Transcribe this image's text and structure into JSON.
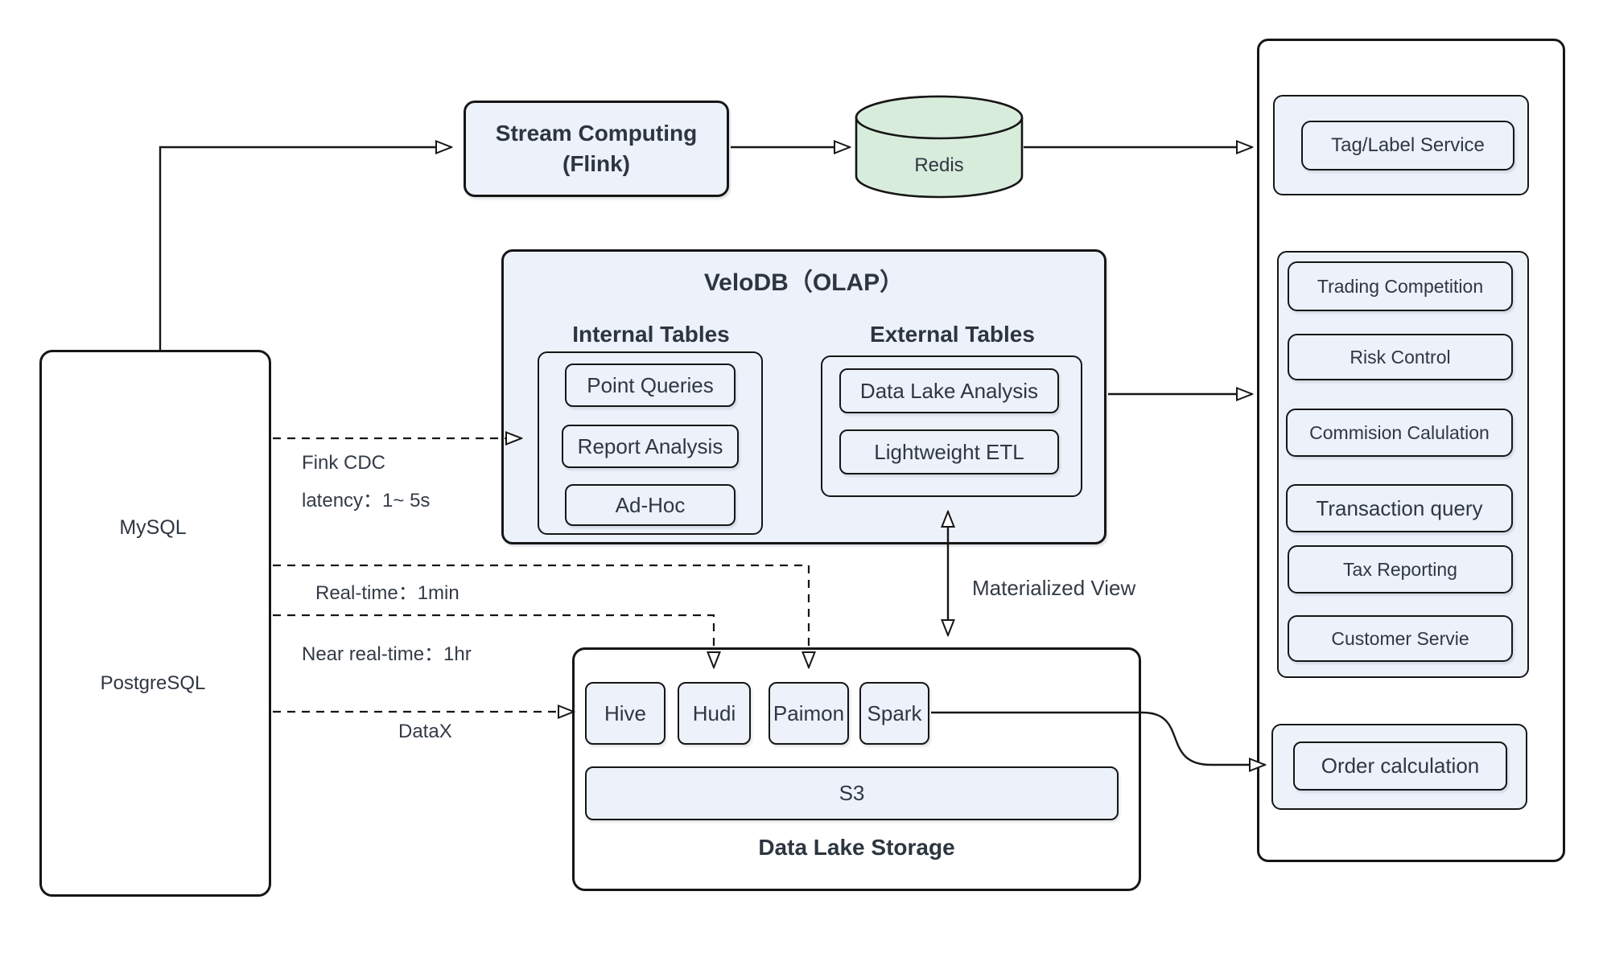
{
  "colors": {
    "box_fill": "#ecf1fa",
    "cylinder_fill": "#d8ecdc",
    "border": "#161616",
    "text": "#333b46"
  },
  "left_panel": {
    "mysql_label": "MySQL",
    "postgresql_label": "PostgreSQL"
  },
  "stream_box": {
    "title_line1": "Stream Computing",
    "title_line2": "(Flink)"
  },
  "redis": {
    "label": "Redis"
  },
  "velodb": {
    "title": "VeloDB（OLAP）",
    "internal_title": "Internal Tables",
    "internal_items": [
      "Point Queries",
      "Report Analysis",
      "Ad-Hoc"
    ],
    "external_title": "External Tables",
    "external_items": [
      "Data Lake Analysis",
      "Lightweight ETL"
    ]
  },
  "edge_labels": {
    "fink_cdc_line1": "Fink CDC",
    "fink_cdc_line2": "latency：1~ 5s",
    "realtime": "Real-time：1min",
    "near_realtime": "Near real-time：1hr",
    "datax": "DataX",
    "materialized_view": "Materialized View"
  },
  "data_lake": {
    "title": "Data Lake Storage",
    "engines": [
      "Hive",
      "Hudi",
      "Paimon",
      "Spark"
    ],
    "storage_label": "S3"
  },
  "services": {
    "tag_label": "Tag/Label Service",
    "middle_items": [
      "Trading Competition",
      "Risk Control",
      "Commision Calulation",
      "Transaction query",
      "Tax Reporting",
      "Customer Servie"
    ],
    "order_label": "Order calculation"
  }
}
